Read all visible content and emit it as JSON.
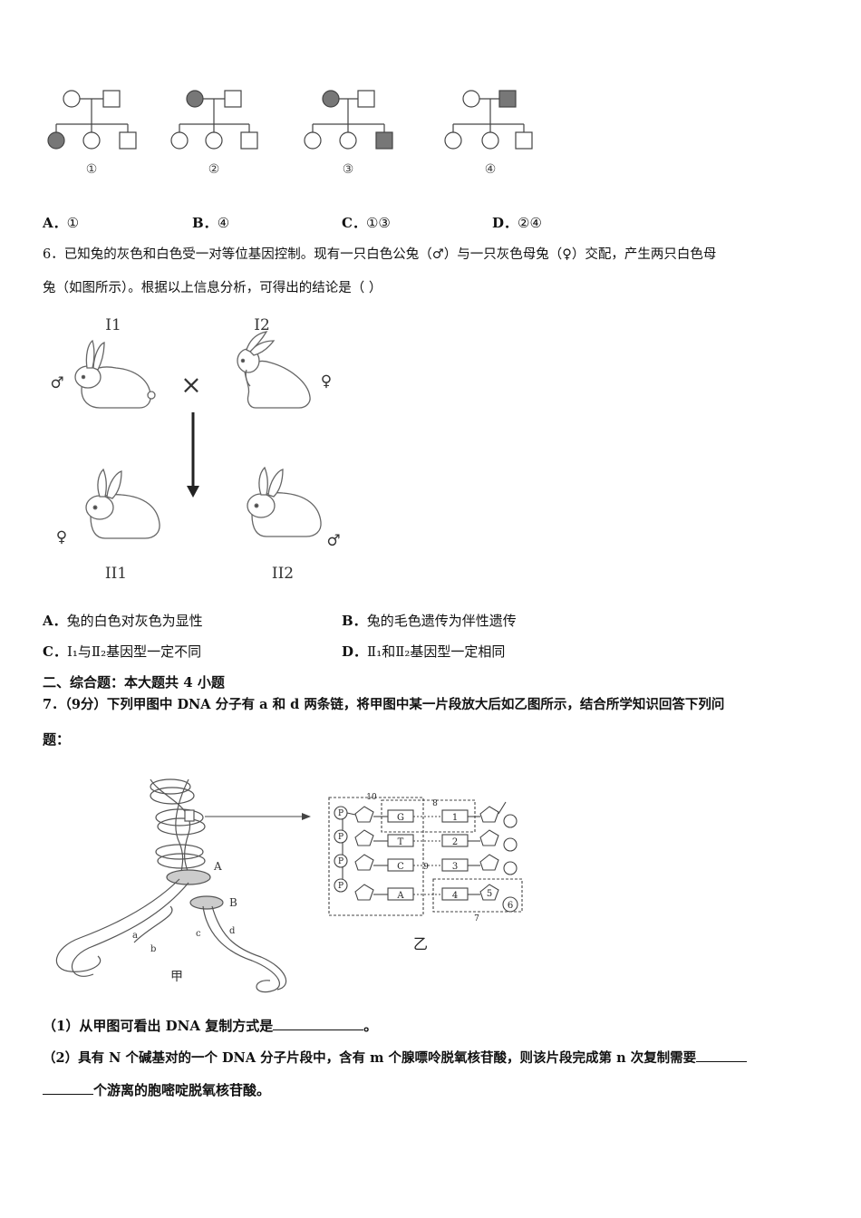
{
  "pedigree": {
    "labels": [
      "①",
      "②",
      "③",
      "④"
    ]
  },
  "q5_options": [
    {
      "letter": "A．",
      "text": "①"
    },
    {
      "letter": "B．",
      "text": "④"
    },
    {
      "letter": "C．",
      "text": "①③"
    },
    {
      "letter": "D．",
      "text": "②④"
    }
  ],
  "q6": {
    "line1": "6．已知兔的灰色和白色受一对等位基因控制。现有一只白色公兔（♂）与一只灰色母兔（♀）交配，产生两只白色母",
    "line2": "兔（如图所示）。根据以上信息分析，可得出的结论是（    ）",
    "figure": {
      "I1": "I1",
      "I2": "I2",
      "II1": "II1",
      "II2": "II2",
      "male": "♂",
      "female": "♀",
      "cross": "×"
    },
    "options": [
      {
        "letter": "A．",
        "text": "兔的白色对灰色为显性"
      },
      {
        "letter": "B．",
        "text": "兔的毛色遗传为伴性遗传"
      },
      {
        "letter": "C．",
        "text": "Ⅰ₁与Ⅱ₂基因型一定不同"
      },
      {
        "letter": "D．",
        "text": "Ⅱ₁和Ⅱ₂基因型一定相同"
      }
    ]
  },
  "section2": "二、综合题：本大题共 4 小题",
  "q7": {
    "line1": "7．（9分）下列甲图中 DNA 分子有 a 和 d 两条链，将甲图中某一片段放大后如乙图所示，结合所学知识回答下列问",
    "line2": "题：",
    "figure": {
      "jia": "甲",
      "yi": "乙",
      "fork_labels": [
        "A",
        "B",
        "a",
        "b",
        "c",
        "d"
      ],
      "bases": [
        "G",
        "T",
        "C",
        "A"
      ],
      "partners": [
        "1",
        "2",
        "3",
        "4"
      ],
      "numbers": [
        "5",
        "6",
        "7",
        "8",
        "9",
        "10"
      ],
      "phosphate": "P"
    },
    "sub1": "（1）从甲图可看出 DNA 复制方式是",
    "sub1_end": "。",
    "sub2_line1": "（2）具有 N 个碱基对的一个 DNA 分子片段中，含有 m 个腺嘌呤脱氧核苷酸，则该片段完成第 n 次复制需要",
    "sub2_line2": "个游离的胞嘧啶脱氧核苷酸。"
  }
}
